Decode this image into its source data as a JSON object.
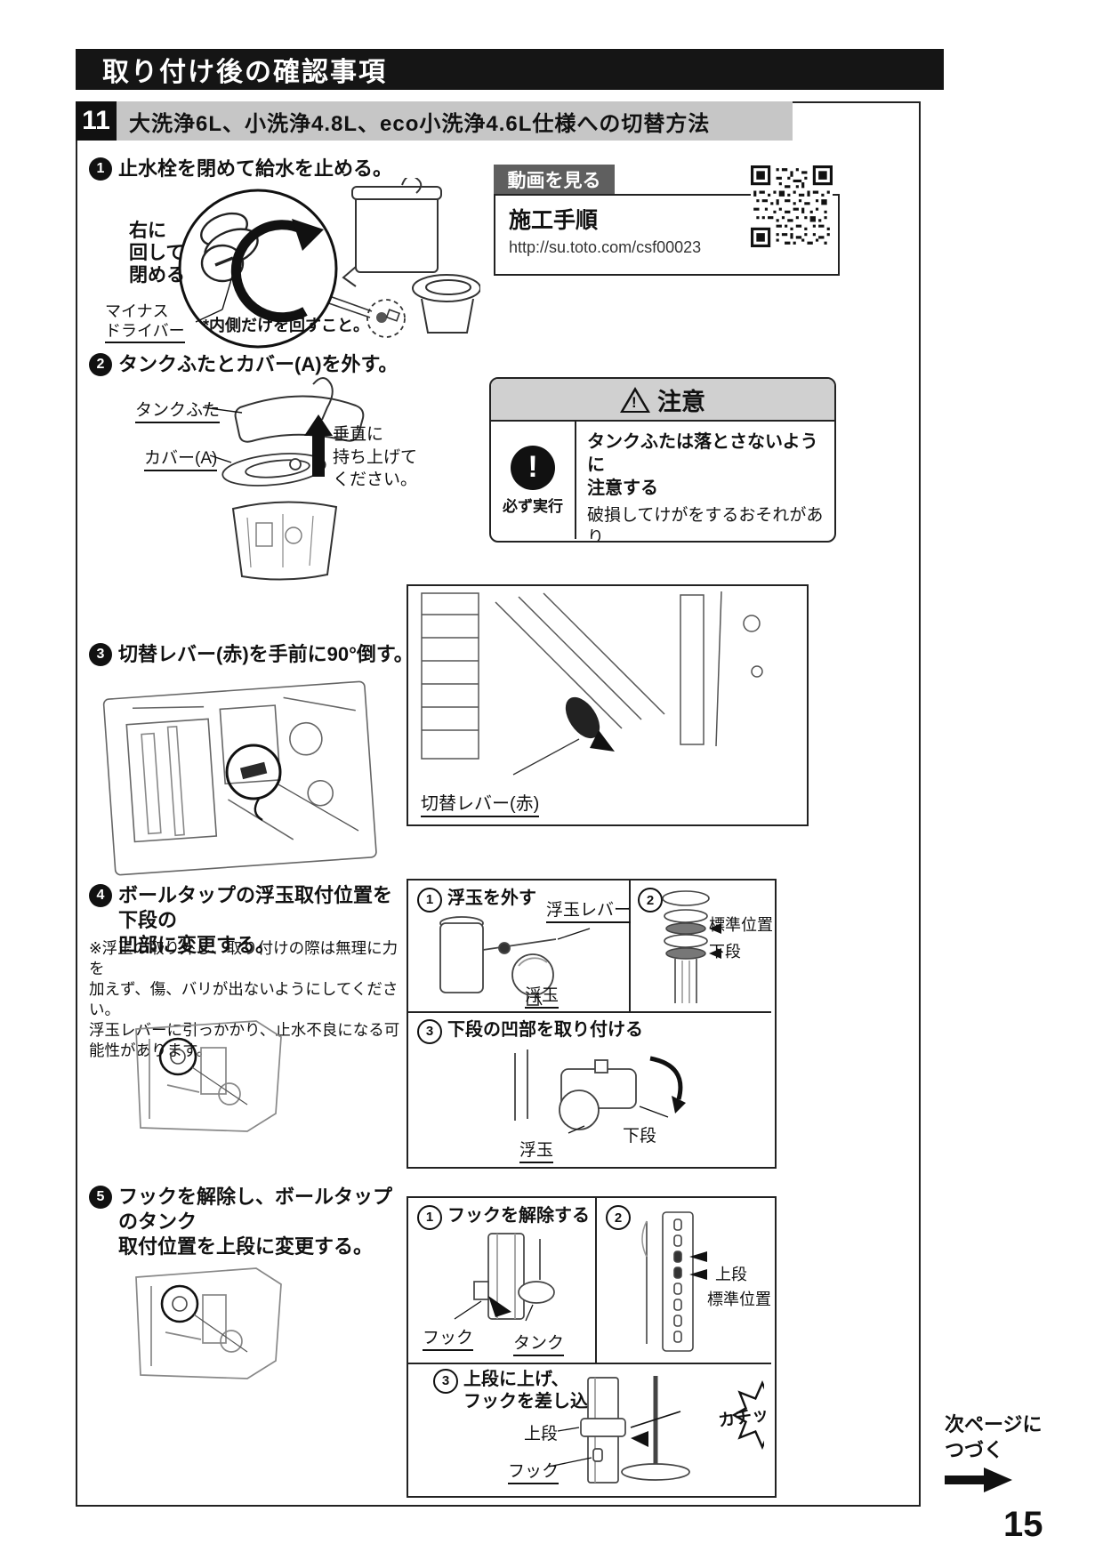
{
  "header": {
    "title": "取り付け後の確認事項"
  },
  "section": {
    "number": "11",
    "title": "大洗浄6L、小洗浄4.8L、eco小洗浄4.6L仕様への切替方法"
  },
  "video": {
    "tab_label": "動画を見る",
    "title": "施工手順",
    "url": "http://su.toto.com/csf00023"
  },
  "caution": {
    "header": "注意",
    "mandatory": "必ず実行",
    "title": "タンクふたは落とさないように\n注意する",
    "body": "破損してけがをするおそれがあり\nます。"
  },
  "steps": {
    "s1": {
      "num": "1",
      "title": "止水栓を閉めて給水を止める。",
      "label_rotate": "右に\n回して\n閉める",
      "label_driver": "マイナス\nドライバー",
      "note": "*内側だけを回すこと。"
    },
    "s2": {
      "num": "2",
      "title": "タンクふたとカバー(A)を外す。",
      "label_lid": "タンクふた",
      "label_cover": "カバー(A)",
      "label_lift": "垂直に\n持ち上げて\nください。"
    },
    "s3": {
      "num": "3",
      "title": "切替レバー(赤)を手前に90°倒す。",
      "label_lever": "切替レバー(赤)"
    },
    "s4": {
      "num": "4",
      "title": "ボールタップの浮玉取付位置を下段の\n凹部に変更する。",
      "note": "※浮玉の取り外し、取り付けの際は無理に力を\n加えず、傷、バリが出ないようにしてください。\n浮玉レバーに引っかかり、止水不良になる可\n能性があります。",
      "p1": {
        "num": "1",
        "title": "浮玉を外す",
        "label_lever": "浮玉レバー",
        "label_float": "浮玉"
      },
      "p2": {
        "num": "2",
        "label_standard": "標準位置",
        "label_lower": "下段"
      },
      "p3": {
        "num": "3",
        "title": "下段の凹部を取り付ける",
        "label_float": "浮玉",
        "label_lower": "下段"
      }
    },
    "s5": {
      "num": "5",
      "title": "フックを解除し、ボールタップのタンク\n取付位置を上段に変更する。",
      "p1": {
        "num": "1",
        "title": "フックを解除する",
        "label_hook": "フック",
        "label_tank": "タンク"
      },
      "p2": {
        "num": "2",
        "label_upper": "上段",
        "label_standard": "標準位置"
      },
      "p3": {
        "num": "3",
        "title": "上段に上げ、\nフックを差し込む",
        "label_upper": "上段",
        "label_hook": "フック",
        "label_click": "カチッ"
      }
    }
  },
  "footer": {
    "next_page": "次ページに\nつづく",
    "page_number": "15"
  },
  "colors": {
    "header_bg": "#151515",
    "section_bg": "#c6c6c6",
    "video_tab_bg": "#5f5f5f",
    "caution_header_bg": "#d0d0d0",
    "ink": "#111111"
  }
}
